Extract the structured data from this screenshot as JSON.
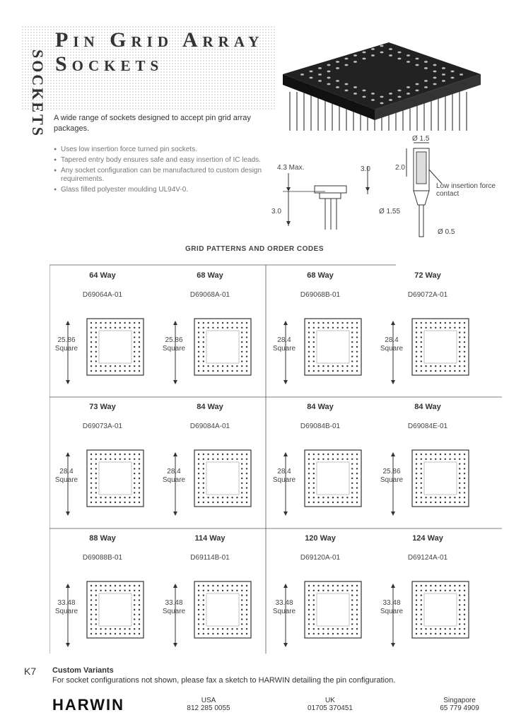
{
  "side_tab": "SOCKETS",
  "title_line1": "Pin Grid Array",
  "title_line2": "Sockets",
  "intro": "A wide range of sockets designed to accept pin grid array packages.",
  "bullets": [
    "Uses low insertion force turned pin sockets.",
    "Tapered entry body ensures safe and easy insertion of IC leads.",
    "Any socket configuration can be manufactured to custom design requirements.",
    "Glass filled polyester moulding UL94V-0."
  ],
  "dim_left": {
    "max": "4.3 Max.",
    "top": "3.0",
    "bottom": "3.0"
  },
  "dim_right": {
    "d15": "Ø 1.5",
    "h20": "2.0",
    "d155": "Ø 1.55",
    "d05": "Ø 0.5",
    "note": "Low insertion force contact"
  },
  "section_title": "GRID PATTERNS AND ORDER CODES",
  "grids": [
    {
      "way": "64 Way",
      "code": "D69064A-01",
      "size": "25.86",
      "square": "Square"
    },
    {
      "way": "68 Way",
      "code": "D69068A-01",
      "size": "25.86",
      "square": "Square"
    },
    {
      "way": "68 Way",
      "code": "D69068B-01",
      "size": "28.4",
      "square": "Square"
    },
    {
      "way": "72 Way",
      "code": "D69072A-01",
      "size": "28.4",
      "square": "Square"
    },
    {
      "way": "73 Way",
      "code": "D69073A-01",
      "size": "28.4",
      "square": "Square"
    },
    {
      "way": "84 Way",
      "code": "D69084A-01",
      "size": "28.4",
      "square": "Square"
    },
    {
      "way": "84 Way",
      "code": "D69084B-01",
      "size": "28.4",
      "square": "Square"
    },
    {
      "way": "84 Way",
      "code": "D69084E-01",
      "size": "25.86",
      "square": "Square"
    },
    {
      "way": "88 Way",
      "code": "D69088B-01",
      "size": "33.48",
      "square": "Square"
    },
    {
      "way": "114 Way",
      "code": "D69114B-01",
      "size": "33.48",
      "square": "Square"
    },
    {
      "way": "120 Way",
      "code": "D69120A-01",
      "size": "33.48",
      "square": "Square"
    },
    {
      "way": "124 Way",
      "code": "D69124A-01",
      "size": "33.48",
      "square": "Square"
    }
  ],
  "page_label": "K7",
  "custom_title": "Custom Variants",
  "custom_text": "For socket configurations not shown, please fax a sketch to HARWIN detailing the pin configuration.",
  "logo": "HARWIN",
  "contacts": [
    {
      "region": "USA",
      "phone": "812 285 0055"
    },
    {
      "region": "UK",
      "phone": "01705 370451"
    },
    {
      "region": "Singapore",
      "phone": "65 779 4909"
    }
  ]
}
